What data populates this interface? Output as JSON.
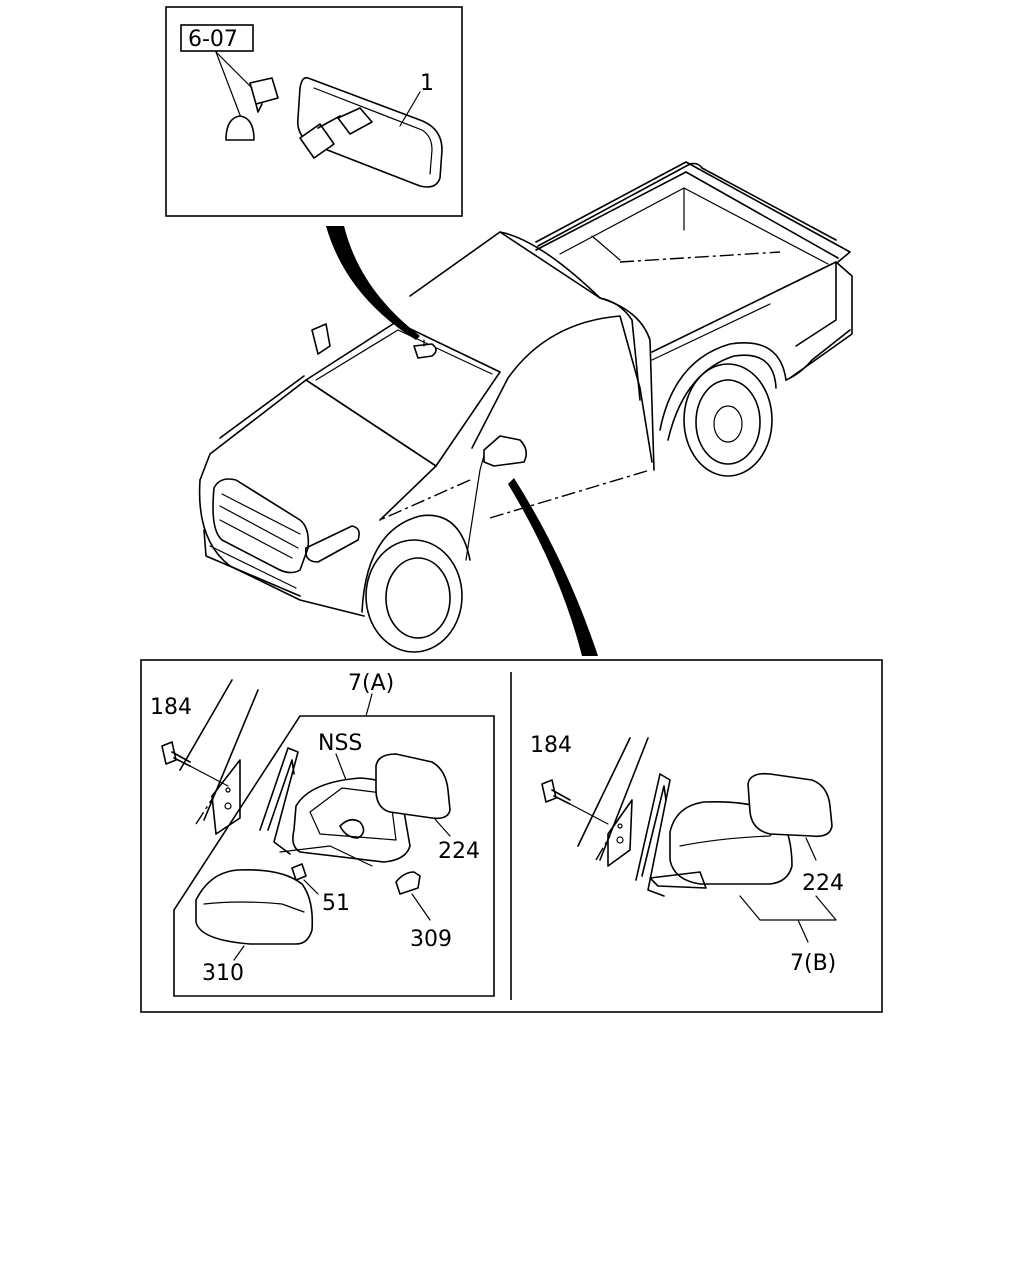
{
  "inset_top": {
    "ref_box_label": "6-07",
    "callout_1": "1"
  },
  "inset_bottom_left": {
    "group_label": "7(A)",
    "nss_label": "NSS",
    "callout_184": "184",
    "callout_224": "224",
    "callout_51": "51",
    "callout_309": "309",
    "callout_310": "310"
  },
  "inset_bottom_right": {
    "callout_184": "184",
    "callout_224": "224",
    "group_label": "7(B)"
  }
}
